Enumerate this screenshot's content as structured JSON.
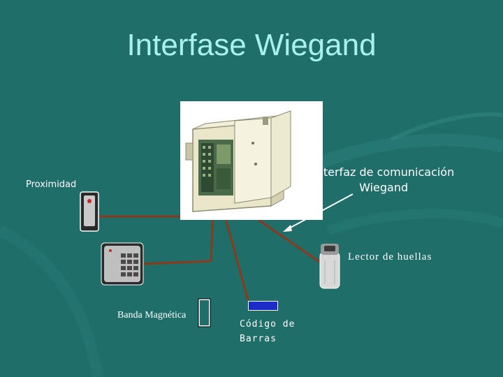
{
  "slide": {
    "title": "Interfase Wiegand",
    "labels": {
      "proximity": "Proximidad",
      "interface_line1": "Interfaz de comunicación",
      "interface_line2": "Wiegand",
      "fingerprint": "Lector de huellas",
      "magnetic": "Banda Magnética",
      "barcode_line1": "Código de",
      "barcode_line2": "Barras"
    }
  },
  "colors": {
    "background": "#1f6e6a",
    "title": "#a9f0ee",
    "wire": "#8a3a1a",
    "label": "#ffffff"
  },
  "icons": [
    "wiegand-controller-panel-icon",
    "proximity-reader-icon",
    "keypad-reader-icon",
    "magnetic-stripe-reader-icon",
    "barcode-reader-icon",
    "fingerprint-reader-icon"
  ]
}
